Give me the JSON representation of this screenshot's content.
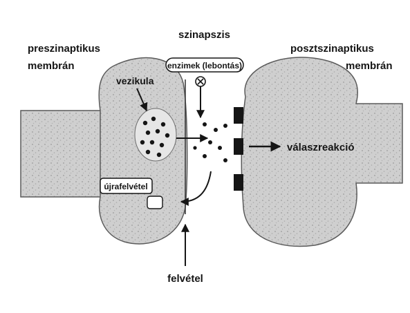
{
  "labels": {
    "pre_membrane_line1": "preszinaptikus",
    "pre_membrane_line2": "membrán",
    "synaptic_cleft": "szinapszis",
    "enzyme_box": "enzimek (lebontás)",
    "post_membrane_line1": "posztszinaptikus",
    "post_membrane_line2": "membrán",
    "vesicle": "vezikula",
    "response": "válaszreakció",
    "reuptake_box": "újrafelvétel",
    "inflow": "felvétel"
  },
  "colors": {
    "background": "#ffffff",
    "ink": "#151515",
    "membrane_fill": "#cfcfcf",
    "membrane_stroke": "#5a5a5a",
    "vesicle_fill": "#e6e6e6"
  },
  "icons": {
    "enzyme_marker": "circled-x-icon",
    "receptor": "receptor-block-icon"
  }
}
